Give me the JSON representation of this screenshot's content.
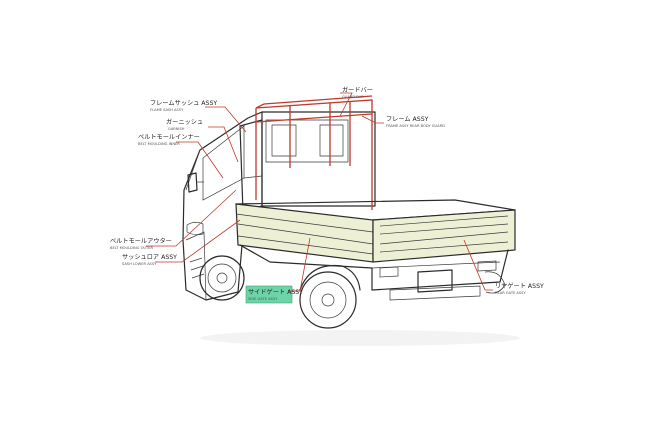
{
  "labels": [
    {
      "id": "frame-sash-assy",
      "jp": "フレームサッシュ ASSY",
      "en": "FLAME SASH ASSY"
    },
    {
      "id": "garnish",
      "jp": "ガーニッシュ",
      "en": "GARNISH"
    },
    {
      "id": "belt-molding-inner",
      "jp": "ベルトモールインナー",
      "en": "BELT MOULDING INNER"
    },
    {
      "id": "belt-molding-outer",
      "jp": "ベルトモールアウター",
      "en": "BELT MOULDING OUTER"
    },
    {
      "id": "sash-lower-assy",
      "jp": "サッシュロア ASSY",
      "en": "SASH LOWER ASSY"
    },
    {
      "id": "side-gate-assy",
      "jp": "サイドゲート ASSY",
      "en": "SIDE GATE ASSY"
    },
    {
      "id": "guard-bar",
      "jp": "ガードバー",
      "en": "GUARD BAR"
    },
    {
      "id": "frame-assy",
      "jp": "フレーム ASSY",
      "en": "FRAME ASSY REAR BODY GUARD"
    },
    {
      "id": "rear-gate-assy",
      "jp": "リヤゲート ASSY",
      "en": "REAR GATE ASSY"
    }
  ],
  "colors": {
    "leader": "#c0392b",
    "highlight": "#6fd3a8",
    "panel_fill": "#eef0d6"
  }
}
